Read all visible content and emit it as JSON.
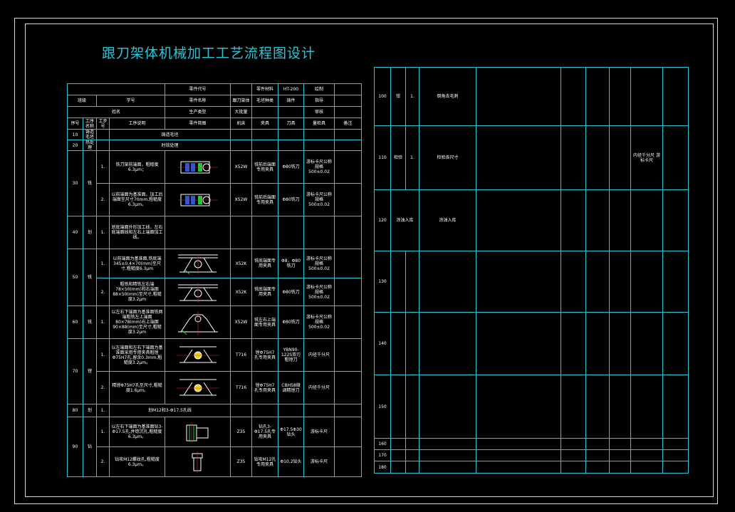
{
  "title": "跟刀架体机械加工工艺流程图设计",
  "left": {
    "hdr_row1": {
      "part_code_label": "零件代号",
      "material_label": "零件材料",
      "material_value": "HT-200",
      "drafted_label": "绘制"
    },
    "hdr_row2": {
      "class_label": "班级",
      "student_id_label": "学号",
      "part_name_label": "零件名称",
      "part_name_value": "跟刀架体",
      "blank_type_label": "毛坯种类",
      "blank_type_value": "铸件",
      "advisor_label": "指导"
    },
    "hdr_row3": {
      "name_label": "姓名",
      "production_type_label": "生产类型",
      "production_type_value": "大批量",
      "review_label": "审核"
    },
    "cols": {
      "seq": "序号",
      "process_name": "工序名称",
      "step_no": "工步号",
      "step_desc": "工序说明",
      "sketch": "零件简图",
      "machine": "机床",
      "fixture": "夹具",
      "tool": "刀具",
      "gauge": "量检具",
      "note": "备注"
    },
    "r10": {
      "seq": "10",
      "name": "铸造毛坯",
      "desc": "铸造毛坯"
    },
    "r20": {
      "seq": "20",
      "name": "热处理",
      "desc": "时效处理"
    },
    "r30": {
      "seq": "30",
      "name": "铣",
      "s1": {
        "step": "1.",
        "desc": "铣刀架前端面，粗糙度6.3μm；",
        "machine": "X52W",
        "fixture": "铣前后端面专用夹具",
        "tool": "Φ80铣刀",
        "gauge": "游标卡尺公称规格500±0.02"
      },
      "s2": {
        "step": "2.",
        "desc": "以前端面为基准面，加工后端面至尺寸70mm,粗糙度6.3μm。",
        "machine": "X52W",
        "fixture": "铣前后端面专用夹具",
        "tool": "Φ80铣刀",
        "gauge": "游标卡尺公称规格500±0.02"
      }
    },
    "r40": {
      "seq": "40",
      "name": "划",
      "step": "1.",
      "desc": "划底端面外形加工线，左右底端面线和左右上端面加工线。"
    },
    "r50": {
      "seq": "50",
      "name": "铣",
      "s1": {
        "step": "1.",
        "desc": "以前端面为基准面,铣底端345±0.4×70(mm)至尺寸,粗糙度6.3μm",
        "machine": "X52K",
        "fixture": "铣底端面专用夹具",
        "tool": "Φ8，Φ80铣刀",
        "gauge": "游标卡尺公称规格500±0.02"
      },
      "s2": {
        "step": "2.",
        "desc": "粗铣和精铣左右端78×50(mm)和右端面88×50(mm)至尺寸,粗糙度3.2μm",
        "machine": "X52K",
        "fixture": "铣底端面专用夹具",
        "tool": "Φ80铣刀",
        "gauge": "游标卡尺公称规格500±0.02"
      }
    },
    "r60": {
      "seq": "60",
      "name": "铣",
      "step": "1.",
      "desc": "以左右下端面为基准面铣两端粗铣左上端面80×78(mm)右上端面90×88(mm)至尺寸,粗糙度3.2μm",
      "machine": "X52W",
      "fixture": "铣左右上端面专用夹具",
      "tool": "Φ80铣刀",
      "gauge": "游标卡尺公称规格500±0.02"
    },
    "r70": {
      "seq": "70",
      "name": "镗",
      "s1": {
        "step": "1.",
        "desc": "以左端面和左右下端面为基准面采用专用夹具粗镗Φ75H7孔,留余0.3mm,粗糙度3.2μm。",
        "machine": "T716",
        "fixture": "镗Φ75H7孔专用夹具",
        "tool": "YBN90-122S双刃粗镗刀",
        "gauge": "内径千分尺"
      },
      "s2": {
        "step": "2.",
        "desc": "精镗Φ75H7孔至尺寸,粗糙度1.6μm。",
        "machine": "T716",
        "fixture": "镗Φ75H7孔专用夹具",
        "tool": "CBH58微调精镗刀",
        "gauge": "内径千分尺"
      }
    },
    "r80": {
      "seq": "80",
      "name": "划",
      "step": "1.",
      "desc": "划M12和3-Φ17.5孔线"
    },
    "r90": {
      "seq": "90",
      "name": "钻",
      "s1": {
        "step": "1.",
        "desc": "以左右下端面为基准面钻3-Φ17.5孔,并锪沉孔,粗糙度6.3μm。",
        "machine": "Z35",
        "fixture": "钻孔3-Φ17.5孔专用夹具",
        "tool": "Φ17.5Φ30钻头",
        "gauge": "游标卡尺"
      },
      "s2": {
        "step": "2.",
        "desc": "钻攻M12螺纹孔,粗糙度6.3μm。",
        "machine": "Z35",
        "fixture": "钻攻M12孔专用夹具",
        "tool": "Φ10.2钻头",
        "gauge": "游标卡尺"
      }
    }
  },
  "right": {
    "r100": {
      "seq": "100",
      "name": "钳",
      "step": "1.",
      "desc": "倒角去毛刺"
    },
    "r110": {
      "seq": "110",
      "name": "检验",
      "step": "1.",
      "desc": "检验各尺寸",
      "gauge": "内径千分尺 游标卡尺"
    },
    "r120": {
      "seq": "120",
      "name": "涂油入库",
      "desc": "涂油入库"
    },
    "r130": {
      "seq": "130"
    },
    "r140": {
      "seq": "140"
    },
    "r150": {
      "seq": "150"
    },
    "r160": {
      "seq": "160"
    },
    "r170": {
      "seq": "170"
    },
    "r180": {
      "seq": "180"
    }
  }
}
